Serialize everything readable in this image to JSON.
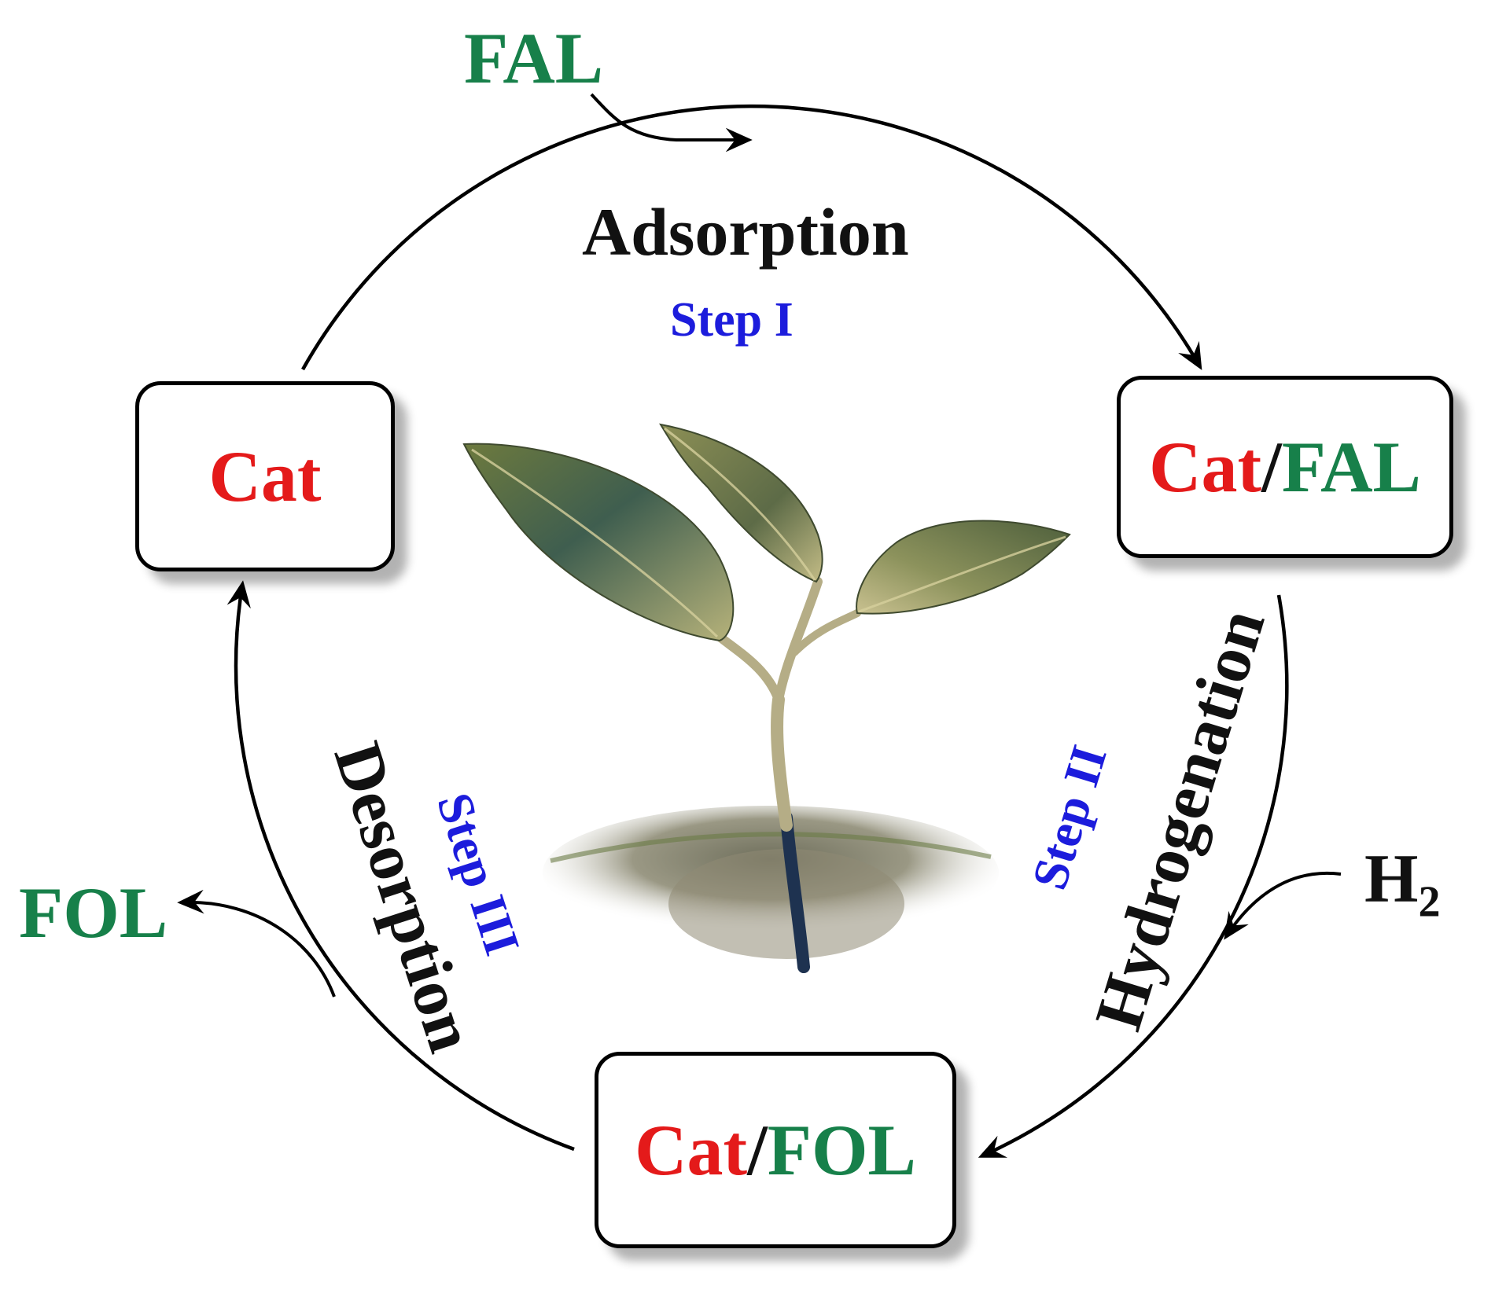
{
  "inputs": {
    "fal": "FAL",
    "h2_main": "H",
    "h2_sub": "2"
  },
  "output": {
    "fol": "FOL"
  },
  "states": {
    "cat": "Cat",
    "cat_fal_cat": "Cat",
    "cat_fal_sep": "/",
    "cat_fal_fal": "FAL",
    "cat_fol_cat": "Cat",
    "cat_fol_sep": "/",
    "cat_fol_fol": "FOL"
  },
  "steps": {
    "step1_name": "Adsorption",
    "step1_label": "Step I",
    "step2_name": "Hydrogenation",
    "step2_label": "Step II",
    "step3_name": "Desorption",
    "step3_label": "Step III"
  },
  "colors": {
    "catalyst": "#e41a1a",
    "species": "#17804a",
    "step_label": "#1c1cdc",
    "step_name": "#111111",
    "arrow": "#000000"
  },
  "icons": {
    "center_image": "plant-seedling-in-soil-icon"
  }
}
